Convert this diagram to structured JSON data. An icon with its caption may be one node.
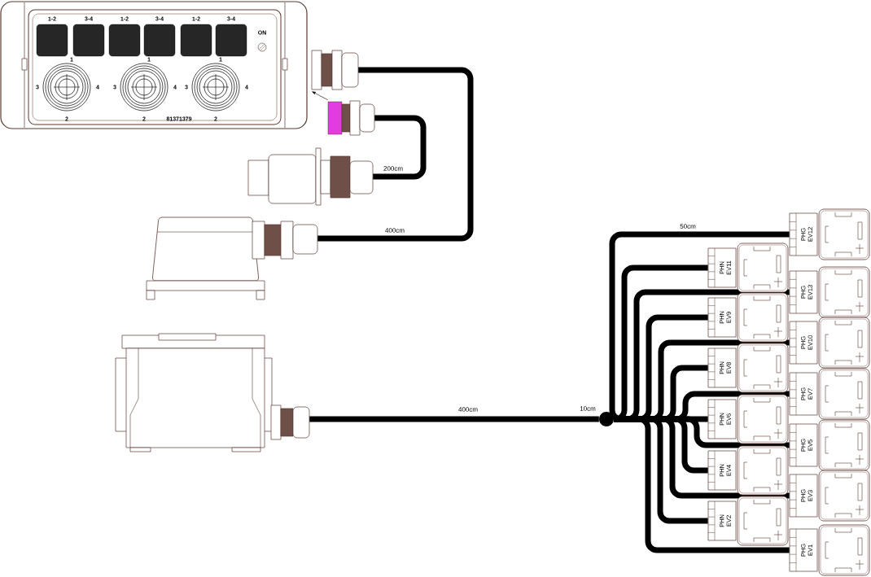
{
  "diagram": {
    "nodes": [
      {
        "text": [
          "1-2",
          "3-4",
          "1-2",
          "3-4",
          "1-2",
          "3-4",
          "ON",
          "1",
          "2",
          "3",
          "4",
          "1",
          "2",
          "3",
          "4",
          "1",
          "2",
          "3",
          "4",
          "81371379"
        ]
      },
      {
        "text": [],
        "shape": "picture"
      },
      {
        "text": [],
        "shape": "picture"
      },
      {
        "text": [],
        "shape": "picture"
      },
      {
        "text": [],
        "shape": "picture"
      },
      {
        "text": [],
        "shape": "picture"
      },
      {
        "text": [],
        "shape": "circle"
      },
      {
        "text": [
          "PHG EV12"
        ]
      },
      {
        "text": [
          "PHN EV11"
        ]
      },
      {
        "text": [
          "PHG EV13"
        ]
      },
      {
        "text": [
          "PHN EV9"
        ]
      },
      {
        "text": [
          "PHG EV10"
        ]
      },
      {
        "text": [
          "PHN EV8"
        ]
      },
      {
        "text": [
          "PHG EV7"
        ]
      },
      {
        "text": [
          "PHN EV6"
        ]
      },
      {
        "text": [
          "PHG EV5"
        ]
      },
      {
        "text": [
          "PHN EV4"
        ]
      },
      {
        "text": [
          "PHG EV3"
        ]
      },
      {
        "text": [
          "PHN EV2"
        ]
      },
      {
        "text": [
          "PHG EV1"
        ]
      }
    ],
    "edges": [
      {
        "from": 2,
        "to": 1,
        "arrow": "to"
      },
      {
        "from": 1,
        "to": 4,
        "arrow": "none",
        "label": "400cm"
      },
      {
        "from": 2,
        "to": 3,
        "arrow": "none",
        "label": "200cm"
      },
      {
        "from": 5,
        "to": 6,
        "arrow": "none",
        "label": "400cm"
      },
      {
        "from": 6,
        "to": 7,
        "arrow": "none",
        "label": "50cm"
      },
      {
        "from": 6,
        "to": 8,
        "arrow": "none"
      },
      {
        "from": 6,
        "to": 9,
        "arrow": "none"
      },
      {
        "from": 6,
        "to": 10,
        "arrow": "none"
      },
      {
        "from": 6,
        "to": 11,
        "arrow": "none"
      },
      {
        "from": 6,
        "to": 12,
        "arrow": "none"
      },
      {
        "from": 6,
        "to": 13,
        "arrow": "none"
      },
      {
        "from": 6,
        "to": 14,
        "arrow": "none"
      },
      {
        "from": 6,
        "to": 15,
        "arrow": "none"
      },
      {
        "from": 6,
        "to": 16,
        "arrow": "none"
      },
      {
        "from": 6,
        "to": 17,
        "arrow": "none"
      },
      {
        "from": 6,
        "to": 18,
        "arrow": "none"
      },
      {
        "from": 6,
        "to": 19,
        "arrow": "none"
      }
    ],
    "labels": [
      "10cm"
    ]
  }
}
